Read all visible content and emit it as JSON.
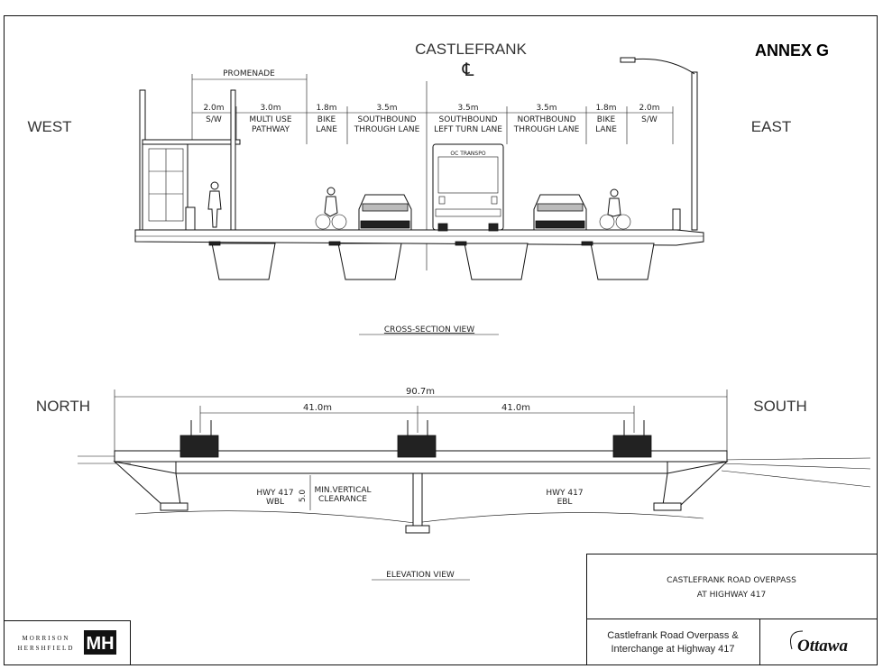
{
  "annex": "ANNEX G",
  "centerline_label": "CASTLEFRANK",
  "centerline_symbol": "℄",
  "cross_section": {
    "west": "WEST",
    "east": "EAST",
    "promenade": "PROMENADE",
    "lanes": [
      {
        "width": "2.0m",
        "line1": "S/W",
        "line2": ""
      },
      {
        "width": "3.0m",
        "line1": "MULTI USE",
        "line2": "PATHWAY"
      },
      {
        "width": "1.8m",
        "line1": "BIKE",
        "line2": "LANE"
      },
      {
        "width": "3.5m",
        "line1": "SOUTHBOUND",
        "line2": "THROUGH LANE"
      },
      {
        "width": "3.5m",
        "line1": "SOUTHBOUND",
        "line2": "LEFT TURN LANE"
      },
      {
        "width": "3.5m",
        "line1": "NORTHBOUND",
        "line2": "THROUGH LANE"
      },
      {
        "width": "1.8m",
        "line1": "BIKE",
        "line2": "LANE"
      },
      {
        "width": "2.0m",
        "line1": "S/W",
        "line2": ""
      }
    ],
    "bus_label": "OC TRANSPO",
    "view_title": "CROSS-SECTION VIEW"
  },
  "elevation": {
    "north": "NORTH",
    "south": "SOUTH",
    "total_span": "90.7m",
    "span_left": "41.0m",
    "span_right": "41.0m",
    "wbl_line1": "HWY 417",
    "wbl_line2": "WBL",
    "ebl_line1": "HWY 417",
    "ebl_line2": "EBL",
    "clearance_value": "5.0",
    "clearance_line1": "MIN.VERTICAL",
    "clearance_line2": "CLEARANCE",
    "view_title": "ELEVATION VIEW"
  },
  "title_block": {
    "title_line1": "CASTLEFRANK ROAD OVERPASS",
    "title_line2": "AT HIGHWAY 417",
    "project_line1": "Castlefrank Road Overpass &",
    "project_line2": "Interchange at Highway 417",
    "city_logo_text": "Ottawa",
    "firm_line1": "Morrison",
    "firm_line2": "Hershfield",
    "firm_mark": "MH"
  }
}
